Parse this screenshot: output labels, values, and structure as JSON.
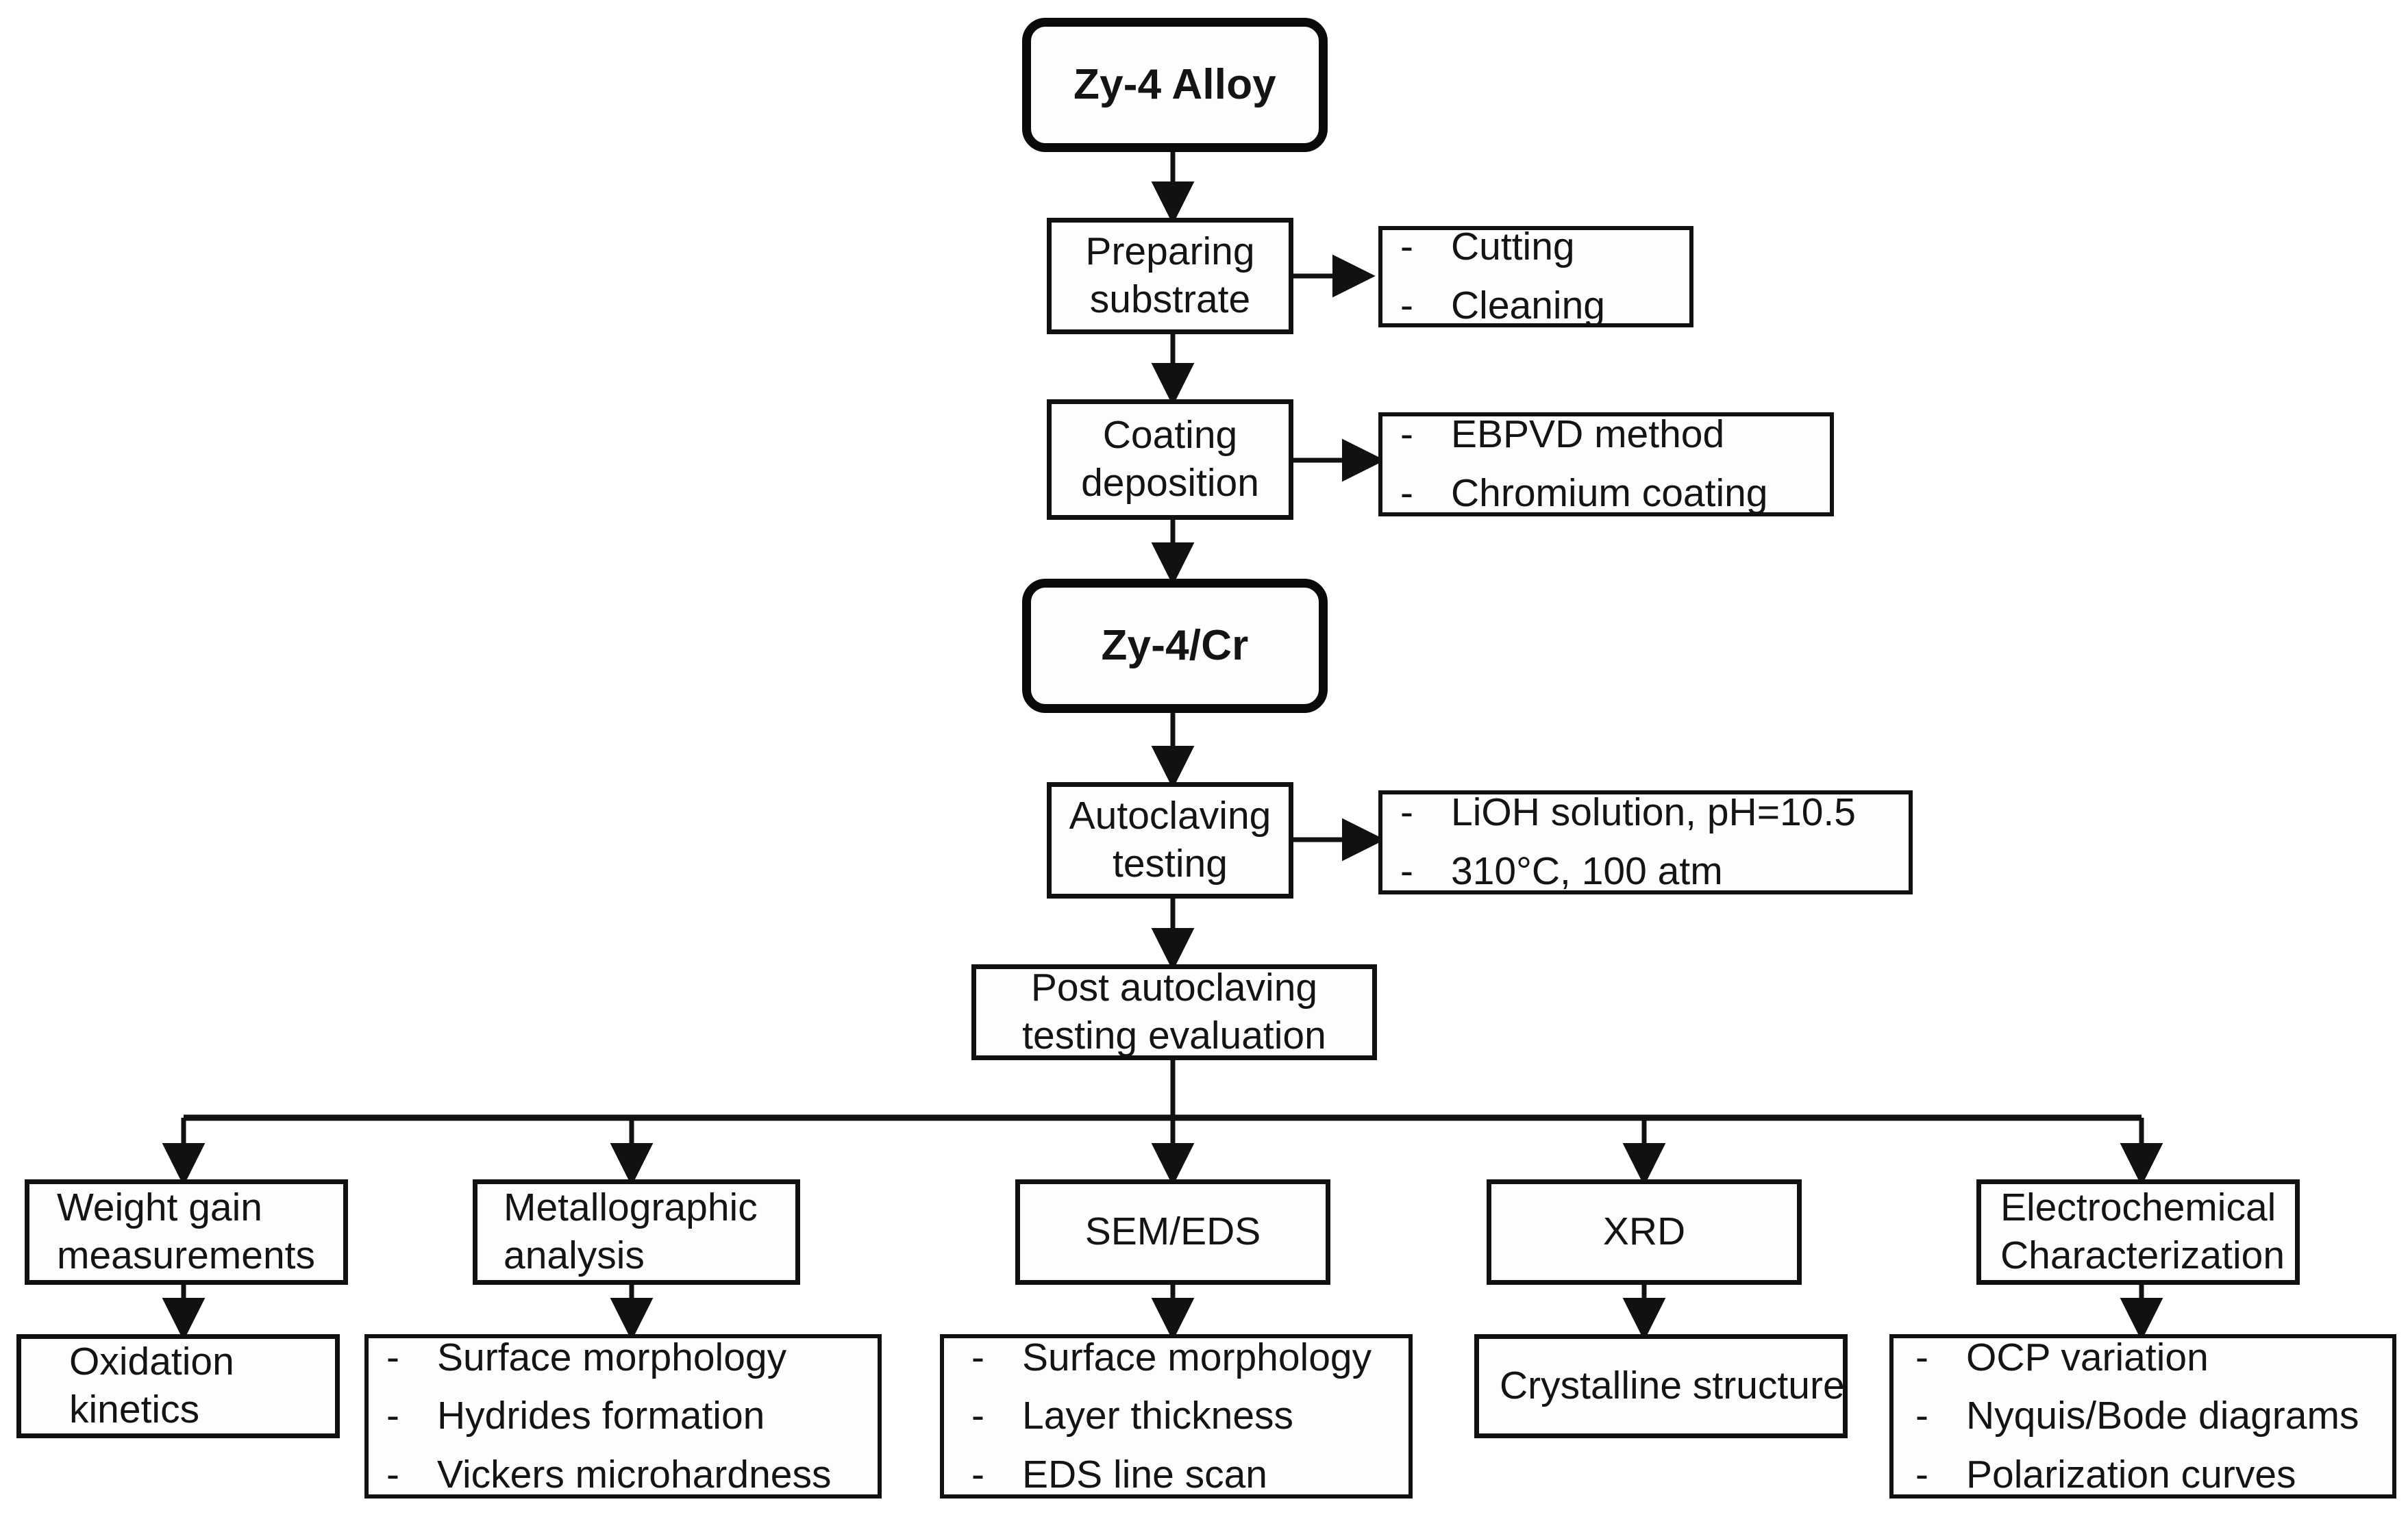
{
  "diagram": {
    "title": "Experimental procedure flowchart for Zy-4/Cr coating evaluation",
    "type": "flowchart",
    "orientation": "top-down",
    "line_color": "#111111",
    "box_fill": "#fdfdfd",
    "text_color": "#141414"
  },
  "nodes": {
    "zy4_alloy": {
      "label": "Zy-4 Alloy",
      "shape": "rounded-terminal"
    },
    "preparing_substrate": {
      "line1": "Preparing",
      "line2": "substrate",
      "shape": "rectangle"
    },
    "preparing_details": {
      "shape": "rectangle",
      "items": [
        "Cutting",
        "Cleaning"
      ],
      "bullet": "-"
    },
    "coating_deposition": {
      "line1": "Coating",
      "line2": "deposition",
      "shape": "rectangle"
    },
    "coating_details": {
      "shape": "rectangle",
      "items": [
        "EBPVD method",
        "Chromium coating"
      ],
      "bullet": "-"
    },
    "zy4_cr": {
      "label": "Zy-4/Cr",
      "shape": "rounded-terminal"
    },
    "autoclaving_testing": {
      "line1": "Autoclaving",
      "line2": "testing",
      "shape": "rectangle"
    },
    "autoclaving_details": {
      "shape": "rectangle",
      "items": [
        "LiOH solution, pH=10.5",
        "310°C, 100 atm"
      ],
      "bullet": "-"
    },
    "post_autoclaving": {
      "line1": "Post autoclaving",
      "line2": "testing evaluation",
      "shape": "rectangle"
    },
    "weight_gain": {
      "line1": "Weight gain",
      "line2": "measurements",
      "shape": "rectangle"
    },
    "oxidation_kinetics": {
      "line1": "Oxidation",
      "line2": "kinetics",
      "shape": "rectangle"
    },
    "metallographic": {
      "line1": "Metallographic",
      "line2": "analysis",
      "shape": "rectangle"
    },
    "metallographic_details": {
      "shape": "rectangle",
      "items": [
        "Surface morphology",
        "Hydrides formation",
        "Vickers microhardness"
      ],
      "bullet": "-"
    },
    "sem_eds": {
      "label": "SEM/EDS",
      "shape": "rectangle"
    },
    "sem_eds_details": {
      "shape": "rectangle",
      "items": [
        "Surface morphology",
        "Layer thickness",
        "EDS line scan"
      ],
      "bullet": "-"
    },
    "xrd": {
      "label": "XRD",
      "shape": "rectangle"
    },
    "xrd_details": {
      "label": "Crystalline structure",
      "shape": "rectangle"
    },
    "electrochemical": {
      "line1": "Electrochemical",
      "line2": "Characterization",
      "shape": "rectangle"
    },
    "electrochemical_details": {
      "shape": "rectangle",
      "items": [
        "OCP variation",
        "Nyquis/Bode diagrams",
        "Polarization curves"
      ],
      "bullet": "-"
    }
  },
  "edges": [
    {
      "from": "zy4_alloy",
      "to": "preparing_substrate",
      "direction": "down"
    },
    {
      "from": "preparing_substrate",
      "to": "preparing_details",
      "direction": "right"
    },
    {
      "from": "preparing_substrate",
      "to": "coating_deposition",
      "direction": "down"
    },
    {
      "from": "coating_deposition",
      "to": "coating_details",
      "direction": "right"
    },
    {
      "from": "coating_deposition",
      "to": "zy4_cr",
      "direction": "down"
    },
    {
      "from": "zy4_cr",
      "to": "autoclaving_testing",
      "direction": "down"
    },
    {
      "from": "autoclaving_testing",
      "to": "autoclaving_details",
      "direction": "right"
    },
    {
      "from": "autoclaving_testing",
      "to": "post_autoclaving",
      "direction": "down"
    },
    {
      "from": "post_autoclaving",
      "to": "weight_gain",
      "direction": "down-branch"
    },
    {
      "from": "post_autoclaving",
      "to": "metallographic",
      "direction": "down-branch"
    },
    {
      "from": "post_autoclaving",
      "to": "sem_eds",
      "direction": "down-branch"
    },
    {
      "from": "post_autoclaving",
      "to": "xrd",
      "direction": "down-branch"
    },
    {
      "from": "post_autoclaving",
      "to": "electrochemical",
      "direction": "down-branch"
    },
    {
      "from": "weight_gain",
      "to": "oxidation_kinetics",
      "direction": "down"
    },
    {
      "from": "metallographic",
      "to": "metallographic_details",
      "direction": "down"
    },
    {
      "from": "sem_eds",
      "to": "sem_eds_details",
      "direction": "down"
    },
    {
      "from": "xrd",
      "to": "xrd_details",
      "direction": "down"
    },
    {
      "from": "electrochemical",
      "to": "electrochemical_details",
      "direction": "down"
    }
  ]
}
